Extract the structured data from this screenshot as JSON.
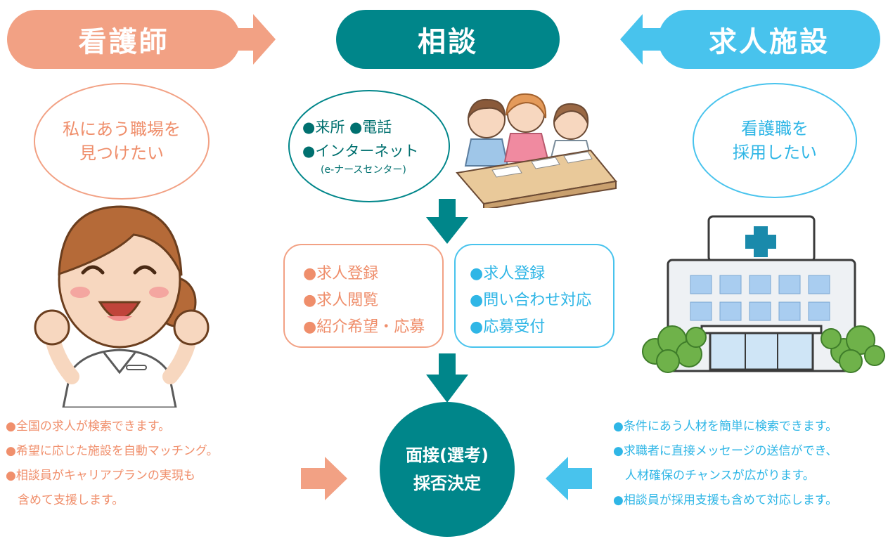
{
  "colors": {
    "nurse": "#f2a184",
    "consult": "#00868a",
    "facility": "#48c3ed",
    "nurse_text": "#ef8e6b",
    "facility_text": "#2fb6e6",
    "consult_text": "#00706f"
  },
  "header": {
    "nurse": "看護師",
    "consult": "相談",
    "facility": "求人施設"
  },
  "nurse_bubble": [
    "私にあう職場を",
    "見つけたい"
  ],
  "facility_bubble": [
    "看護職を",
    "採用したい"
  ],
  "consult_methods": {
    "line1": "●来所 ●電話",
    "line2": "●インターネット",
    "line3": "(e-ナースセンター)"
  },
  "nurse_services": [
    "●求人登録",
    "●求人閲覧",
    "●紹介希望・応募"
  ],
  "facility_services": [
    "●求人登録",
    "●問い合わせ対応",
    "●応募受付"
  ],
  "result": [
    "面接(選考)",
    "採否決定"
  ],
  "nurse_benefits": [
    "●全国の求人が検索できます。",
    "●希望に応じた施設を自動マッチング。",
    "●相談員がキャリアプランの実現も",
    "　含めて支援します。"
  ],
  "facility_benefits": [
    "●条件にあう人材を簡単に検索できます。",
    "●求職者に直接メッセージの送信ができ、",
    "　人材確保のチャンスが広がります。",
    "●相談員が採用支援も含めて対応します。"
  ]
}
